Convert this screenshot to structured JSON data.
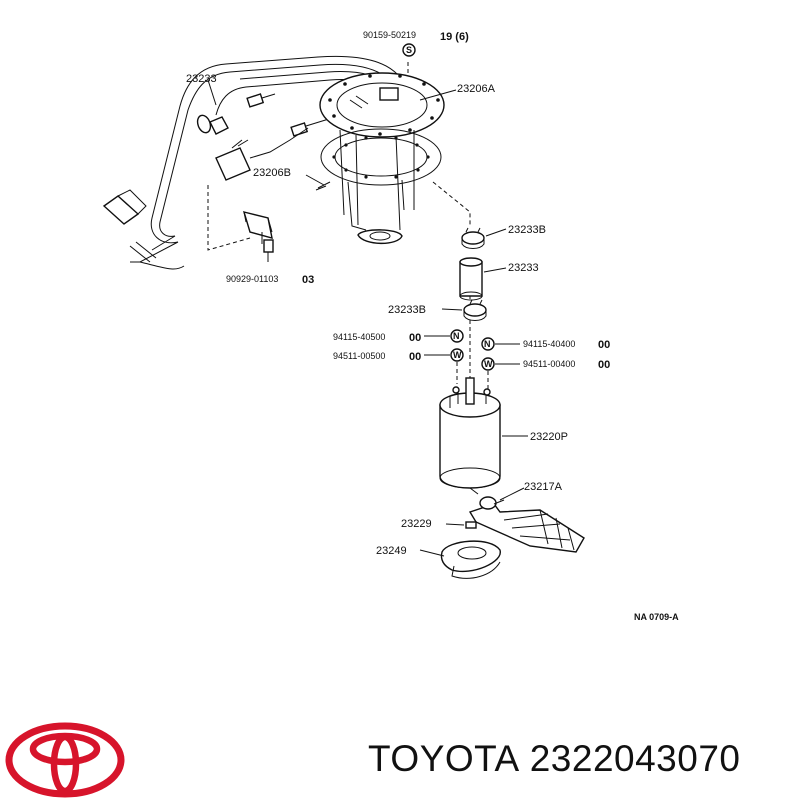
{
  "diagram": {
    "labels": {
      "p90159": "90159-50219",
      "q90159": "19 (6)",
      "p23233_top": "23233",
      "p23206A": "23206A",
      "p23206B": "23206B",
      "p90929": "90929-01103",
      "q90929": "03",
      "p23233B_upper": "23233B",
      "p23233_mid": "23233",
      "p23233B_lower": "23233B",
      "p94115_l": "94115-40500",
      "q94115_l": "00",
      "p94511_l": "94511-00500",
      "q94511_l": "00",
      "p94115_r": "94115-40400",
      "q94115_r": "00",
      "p94511_r": "94511-00400",
      "q94511_r": "00",
      "p23220P": "23220P",
      "p23217A": "23217A",
      "p23229": "23229",
      "p23249": "23249",
      "ref_code": "NA 0709-A"
    }
  },
  "footer": {
    "brand": "TOYOTA",
    "part_number": "2322043070"
  },
  "colors": {
    "logo_red": "#d7142b",
    "line": "#111111"
  }
}
